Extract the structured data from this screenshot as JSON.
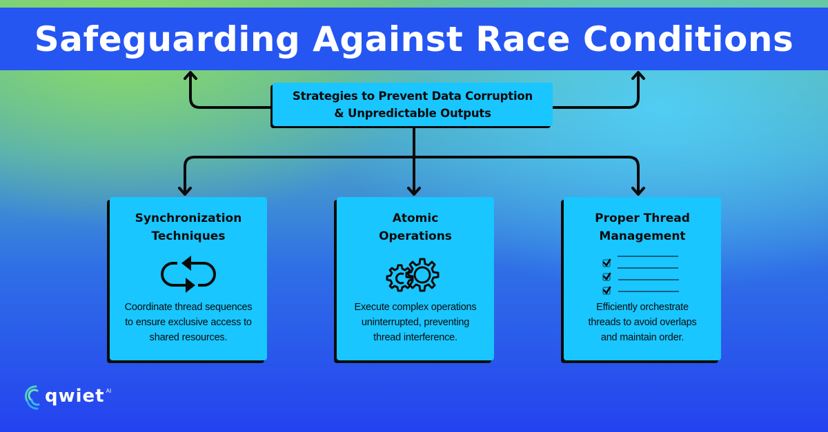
{
  "header": {
    "title": "Safeguarding Against Race Conditions"
  },
  "root": {
    "line1": "Strategies to Prevent Data Corruption",
    "line2": "& Unpredictable Outputs"
  },
  "cards": [
    {
      "title_line1": "Synchronization",
      "title_line2": "Techniques",
      "icon": "sync-arrows-icon",
      "desc_line1": "Coordinate thread sequences",
      "desc_line2": "to ensure exclusive access to",
      "desc_line3": "shared resources."
    },
    {
      "title_line1": "Atomic",
      "title_line2": "Operations",
      "icon": "gears-icon",
      "desc_line1": "Execute complex operations",
      "desc_line2": "uninterrupted, preventing",
      "desc_line3": "thread interference."
    },
    {
      "title_line1": "Proper Thread",
      "title_line2": "Management",
      "icon": "checklist-icon",
      "desc_line1": "Efficiently orchestrate",
      "desc_line2": "threads to avoid overlaps",
      "desc_line3": "and maintain order."
    }
  ],
  "brand": {
    "name": "qwiet",
    "suffix": "AI"
  },
  "colors": {
    "title_bar": "#2556f2",
    "box_fill": "#19c6ff",
    "line": "#0b0b0b",
    "text": "#0b0b0b"
  }
}
